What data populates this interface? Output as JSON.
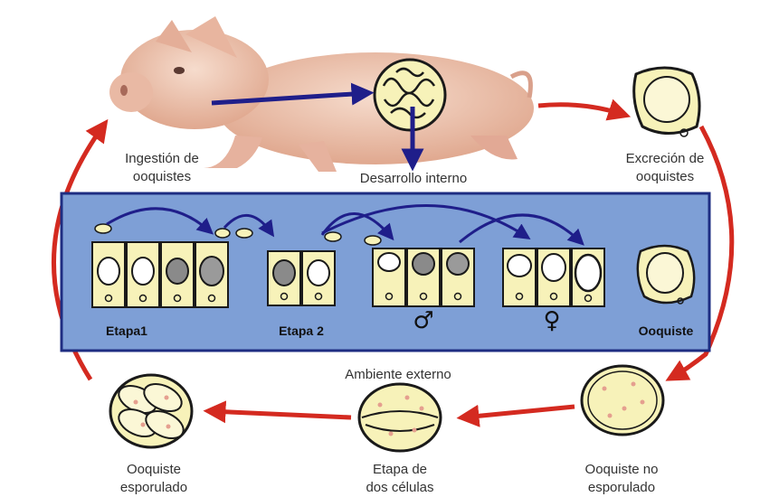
{
  "labels": {
    "ingestion": [
      "Ingestión de",
      "ooquistes"
    ],
    "desarrollo": "Desarrollo interno",
    "excrecion": [
      "Excreción de",
      "ooquistes"
    ],
    "ambiente": "Ambiente externo",
    "no_esporulado": [
      "Ooquiste no",
      "esporulado"
    ],
    "dos_celulas": [
      "Etapa de",
      "dos células"
    ],
    "esporulado": [
      "Ooquiste",
      "esporulado"
    ]
  },
  "panel": {
    "etapa1": "Etapa1",
    "etapa2": "Etapa 2",
    "male": "♂",
    "female": "♀",
    "ooquiste": "Ooquiste"
  },
  "colors": {
    "cycle_arrow": "#d42a20",
    "blue_arrow": "#1f1e8a",
    "panel_fill": "#7e9fd6",
    "panel_border": "#1e2d82",
    "cell_fill": "#f7f2b9",
    "pig": "#efc9b6"
  }
}
